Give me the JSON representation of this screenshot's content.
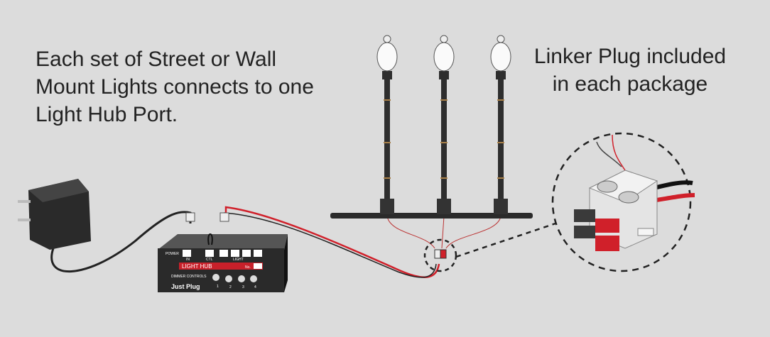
{
  "captions": {
    "left": [
      "Each set of Street or Wall",
      "Mount Lights connects to one",
      "Light Hub Port."
    ],
    "right": [
      "Linker Plug included",
      "in each package"
    ]
  },
  "hub": {
    "power_label": "POWER",
    "in_label": "IN",
    "ctl_label": "CTL",
    "light_label": "LIGHT",
    "title": "LIGHT HUB",
    "no_label": "No.",
    "dimmer_label": "DIMMER CONTROLS",
    "brand": "Just Plug",
    "knobs": [
      "1",
      "2",
      "3",
      "4"
    ]
  },
  "colors": {
    "background": "#dcdcdc",
    "wire_red": "#d0202a",
    "hub_red": "#c8202a"
  }
}
